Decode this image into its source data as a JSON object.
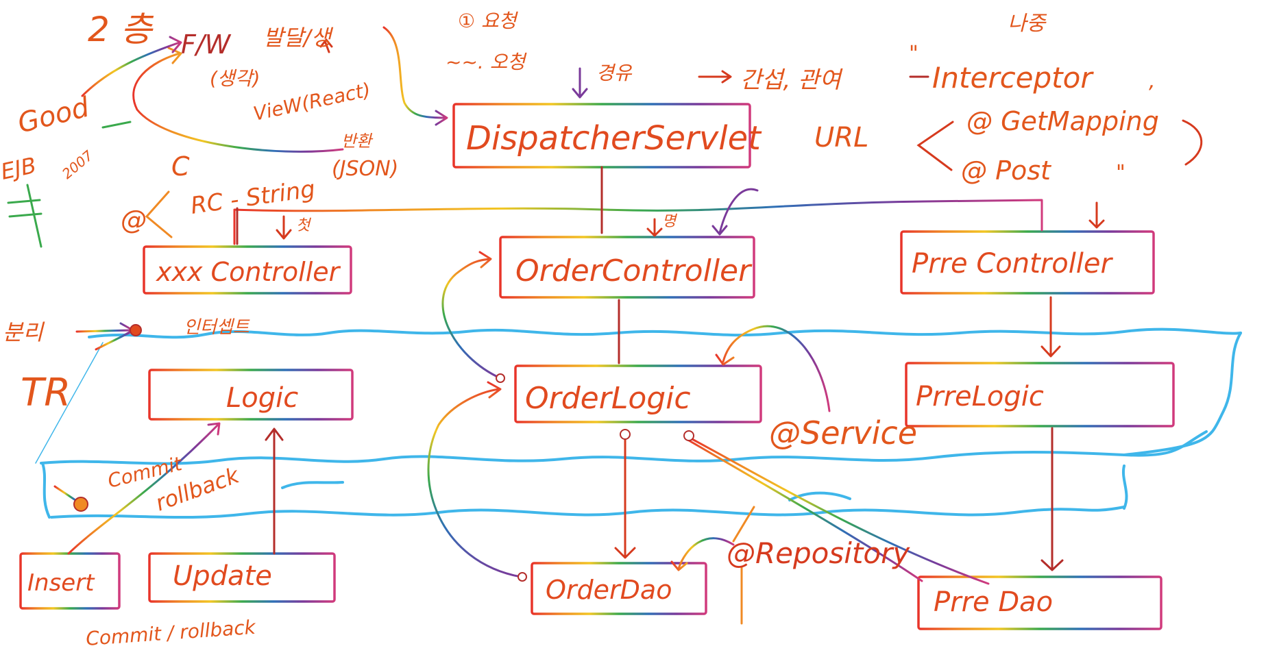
{
  "colors": {
    "ink": "#e14a1f",
    "ink_dark": "#b42d2a",
    "water": "#3fb6ea",
    "rainbow": [
      "#e8342a",
      "#f08a24",
      "#f2c623",
      "#3aa94c",
      "#2f6fb6",
      "#7a3a9a",
      "#d13a7c"
    ]
  },
  "top_notes": {
    "version": "2 층",
    "fw": "F/W",
    "development": "발달/생",
    "thought": "(생각)",
    "view": "VieW(React)",
    "return": "반환",
    "json": "(JSON)",
    "c_marker": "C",
    "rc_string": "RC - String",
    "at_symbol": "@",
    "good": "Good",
    "ejb": "EJB",
    "year": "2007",
    "request_step": "① 요청",
    "wave_text": "~~. 오청",
    "via": "경유",
    "interfere": "간섭, 관여",
    "quote_open": "\"",
    "interceptor": "Interceptor",
    "comma": ",",
    "later": "나중",
    "url": "URL",
    "get_mapping": "@ GetMapping",
    "post": "@ Post",
    "quote_close": "\""
  },
  "diagram": {
    "dispatcher": "DispatcherServlet",
    "xxx_controller": "xxx Controller",
    "order_controller": "OrderController",
    "prre_controller": "Prre Controller",
    "logic": "Logic",
    "order_logic": "OrderLogic",
    "prre_logic": "PrreLogic",
    "insert": "Insert",
    "update": "Update",
    "order_dao": "OrderDao",
    "prre_dao": "Prre Dao",
    "service_annotation": "@Service",
    "repository_annotation": "@Repository",
    "first_label": "첫",
    "second_label": "명"
  },
  "side_notes": {
    "separate": "분리",
    "intercept": "인터셉트",
    "tr": "TR",
    "commit": "Commit",
    "rollback": "rollback",
    "commit_rollback": "Commit / rollback"
  }
}
